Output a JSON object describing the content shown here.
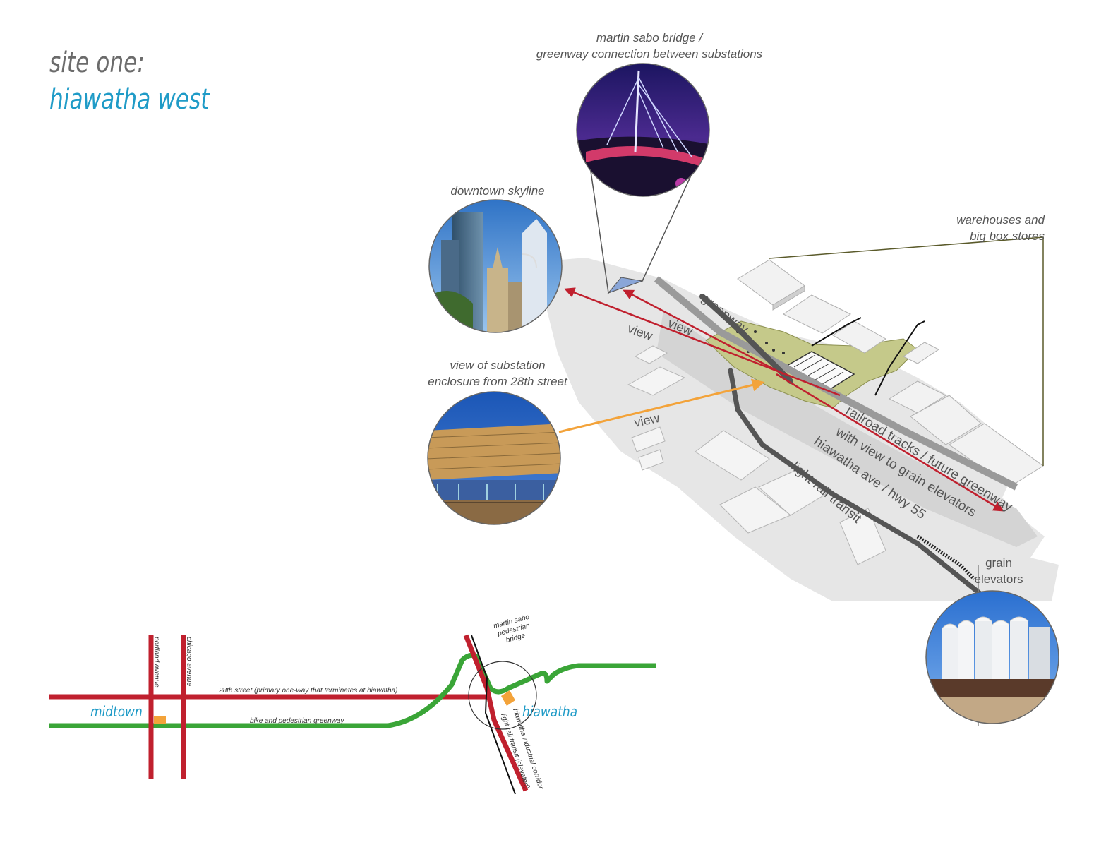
{
  "title": {
    "line1": "site one:",
    "line2": "hiawatha west"
  },
  "colors": {
    "title_gray": "#6b6b6b",
    "title_blue": "#1f9bc7",
    "street_red": "#c0202e",
    "greenway_green": "#3aa537",
    "view_orange": "#f3a33a",
    "site_fill": "#c5c98a"
  },
  "callouts": {
    "bridge": [
      "martin sabo bridge /",
      "greenway connection between substations"
    ],
    "skyline": "downtown skyline",
    "substation": [
      "view of substation",
      "enclosure from 28th street"
    ],
    "warehouses": [
      "warehouses and",
      "big box stores"
    ],
    "grain": [
      "grain",
      "elevators"
    ]
  },
  "aerial_labels": {
    "view_1": "view",
    "view_2": "view",
    "view_3": "view",
    "greenway": "greenway",
    "railroad": "railroad tracks / future greenway",
    "view_grain": "with view to grain elevators",
    "hiawatha_ave": "hiawatha ave / hwy 55",
    "light_rail": "light rail transit"
  },
  "photos": {
    "bridge": "bridge-night-photo",
    "skyline": "skyline-photo",
    "substation": "substation-photo",
    "grain": "grain-elevator-photo"
  },
  "key_map": {
    "portland": "portland avenue",
    "chicago": "chicago avenue",
    "street_28th": "28th street (primary one-way that terminates at hiawatha)",
    "greenway": "bike and pedestrian greenway",
    "midtown": "midtown",
    "hiawatha": "hiawatha",
    "bridge": [
      "martin sabo",
      "pedestrian",
      "bridge"
    ],
    "corridor": "hiawatha industrial corridor",
    "lrt": "light rail transit (elevated)"
  }
}
